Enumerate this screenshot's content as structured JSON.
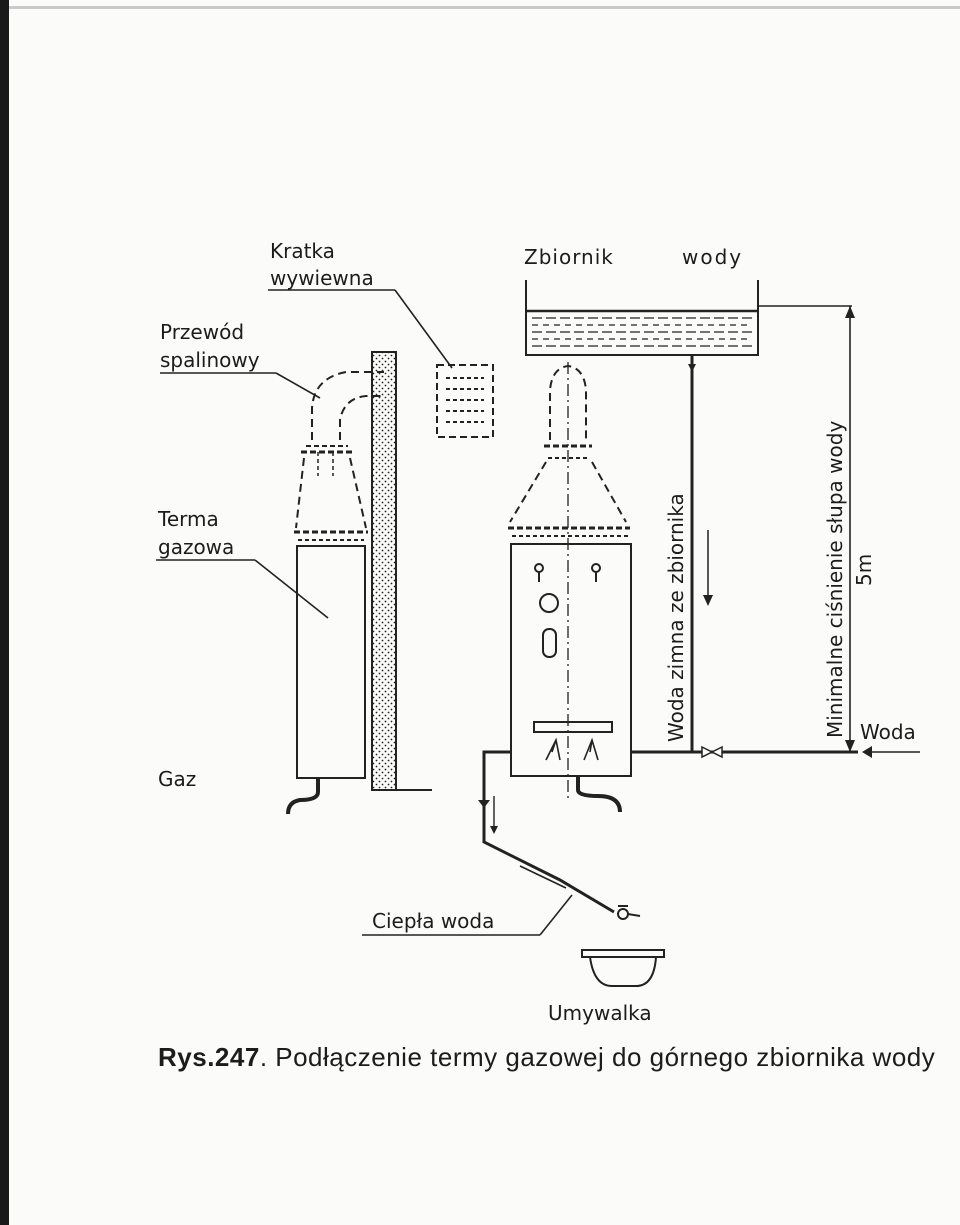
{
  "labels": {
    "kratka_line1": "Kratka",
    "kratka_line2": "wywiewna",
    "przewod_line1": "Przewód",
    "przewod_line2": "spalinowy",
    "terma_line1": "Terma",
    "terma_line2": "gazowa",
    "gaz": "Gaz",
    "zbiornik_a": "Zbiornik",
    "zbiornik_b": "wody",
    "woda_zimna": "Woda zimna ze zbiornika",
    "cisnienie": "Minimalne ciśnienie słupa wody",
    "cisnienie_value": "5m",
    "woda": "Woda",
    "ciepla_woda": "Ciepła woda",
    "umywalka": "Umywalka"
  },
  "caption": {
    "number": "Rys.247",
    "text": ". Podłączenie termy gazowej do górnego zbiornika wody"
  }
}
